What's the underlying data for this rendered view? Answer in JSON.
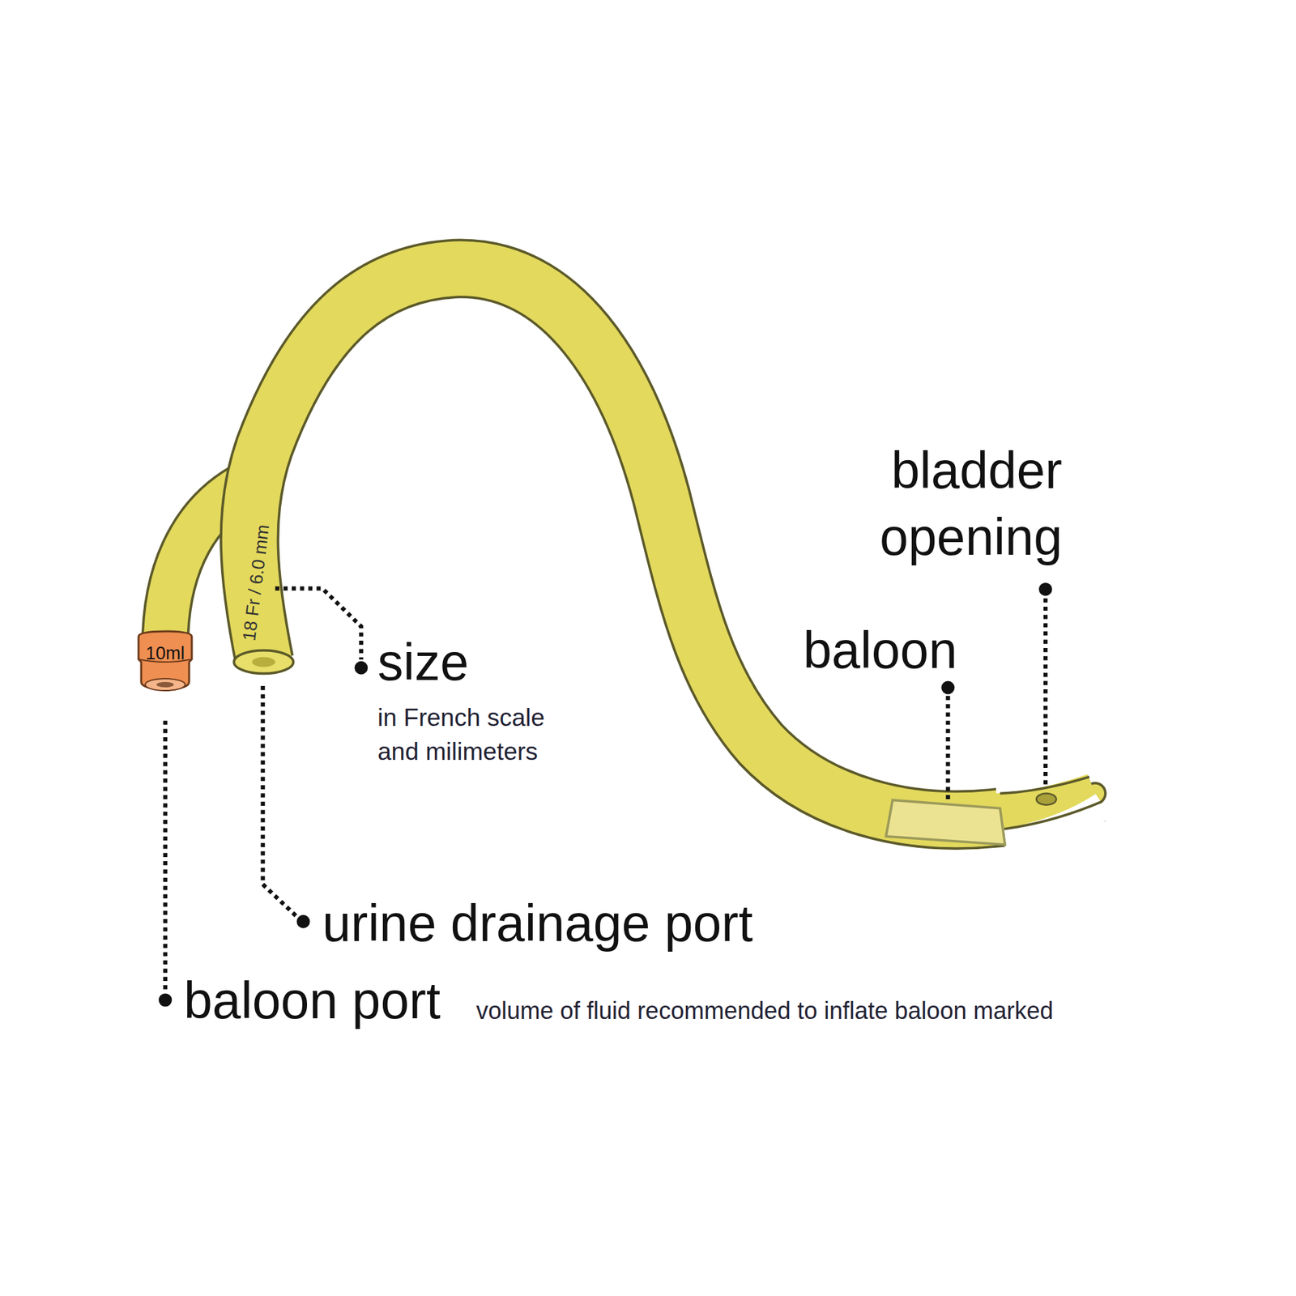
{
  "diagram": {
    "nodes": [
      {
        "text": [
          "10ml"
        ]
      }
    ],
    "labels": [
      "18 Fr / 6.0 mm",
      "size",
      "in French scale and milimeters",
      "urine drainage port",
      "baloon port",
      "volume of fluid recommended to inflate baloon marked",
      "baloon",
      "bladder opening"
    ]
  }
}
